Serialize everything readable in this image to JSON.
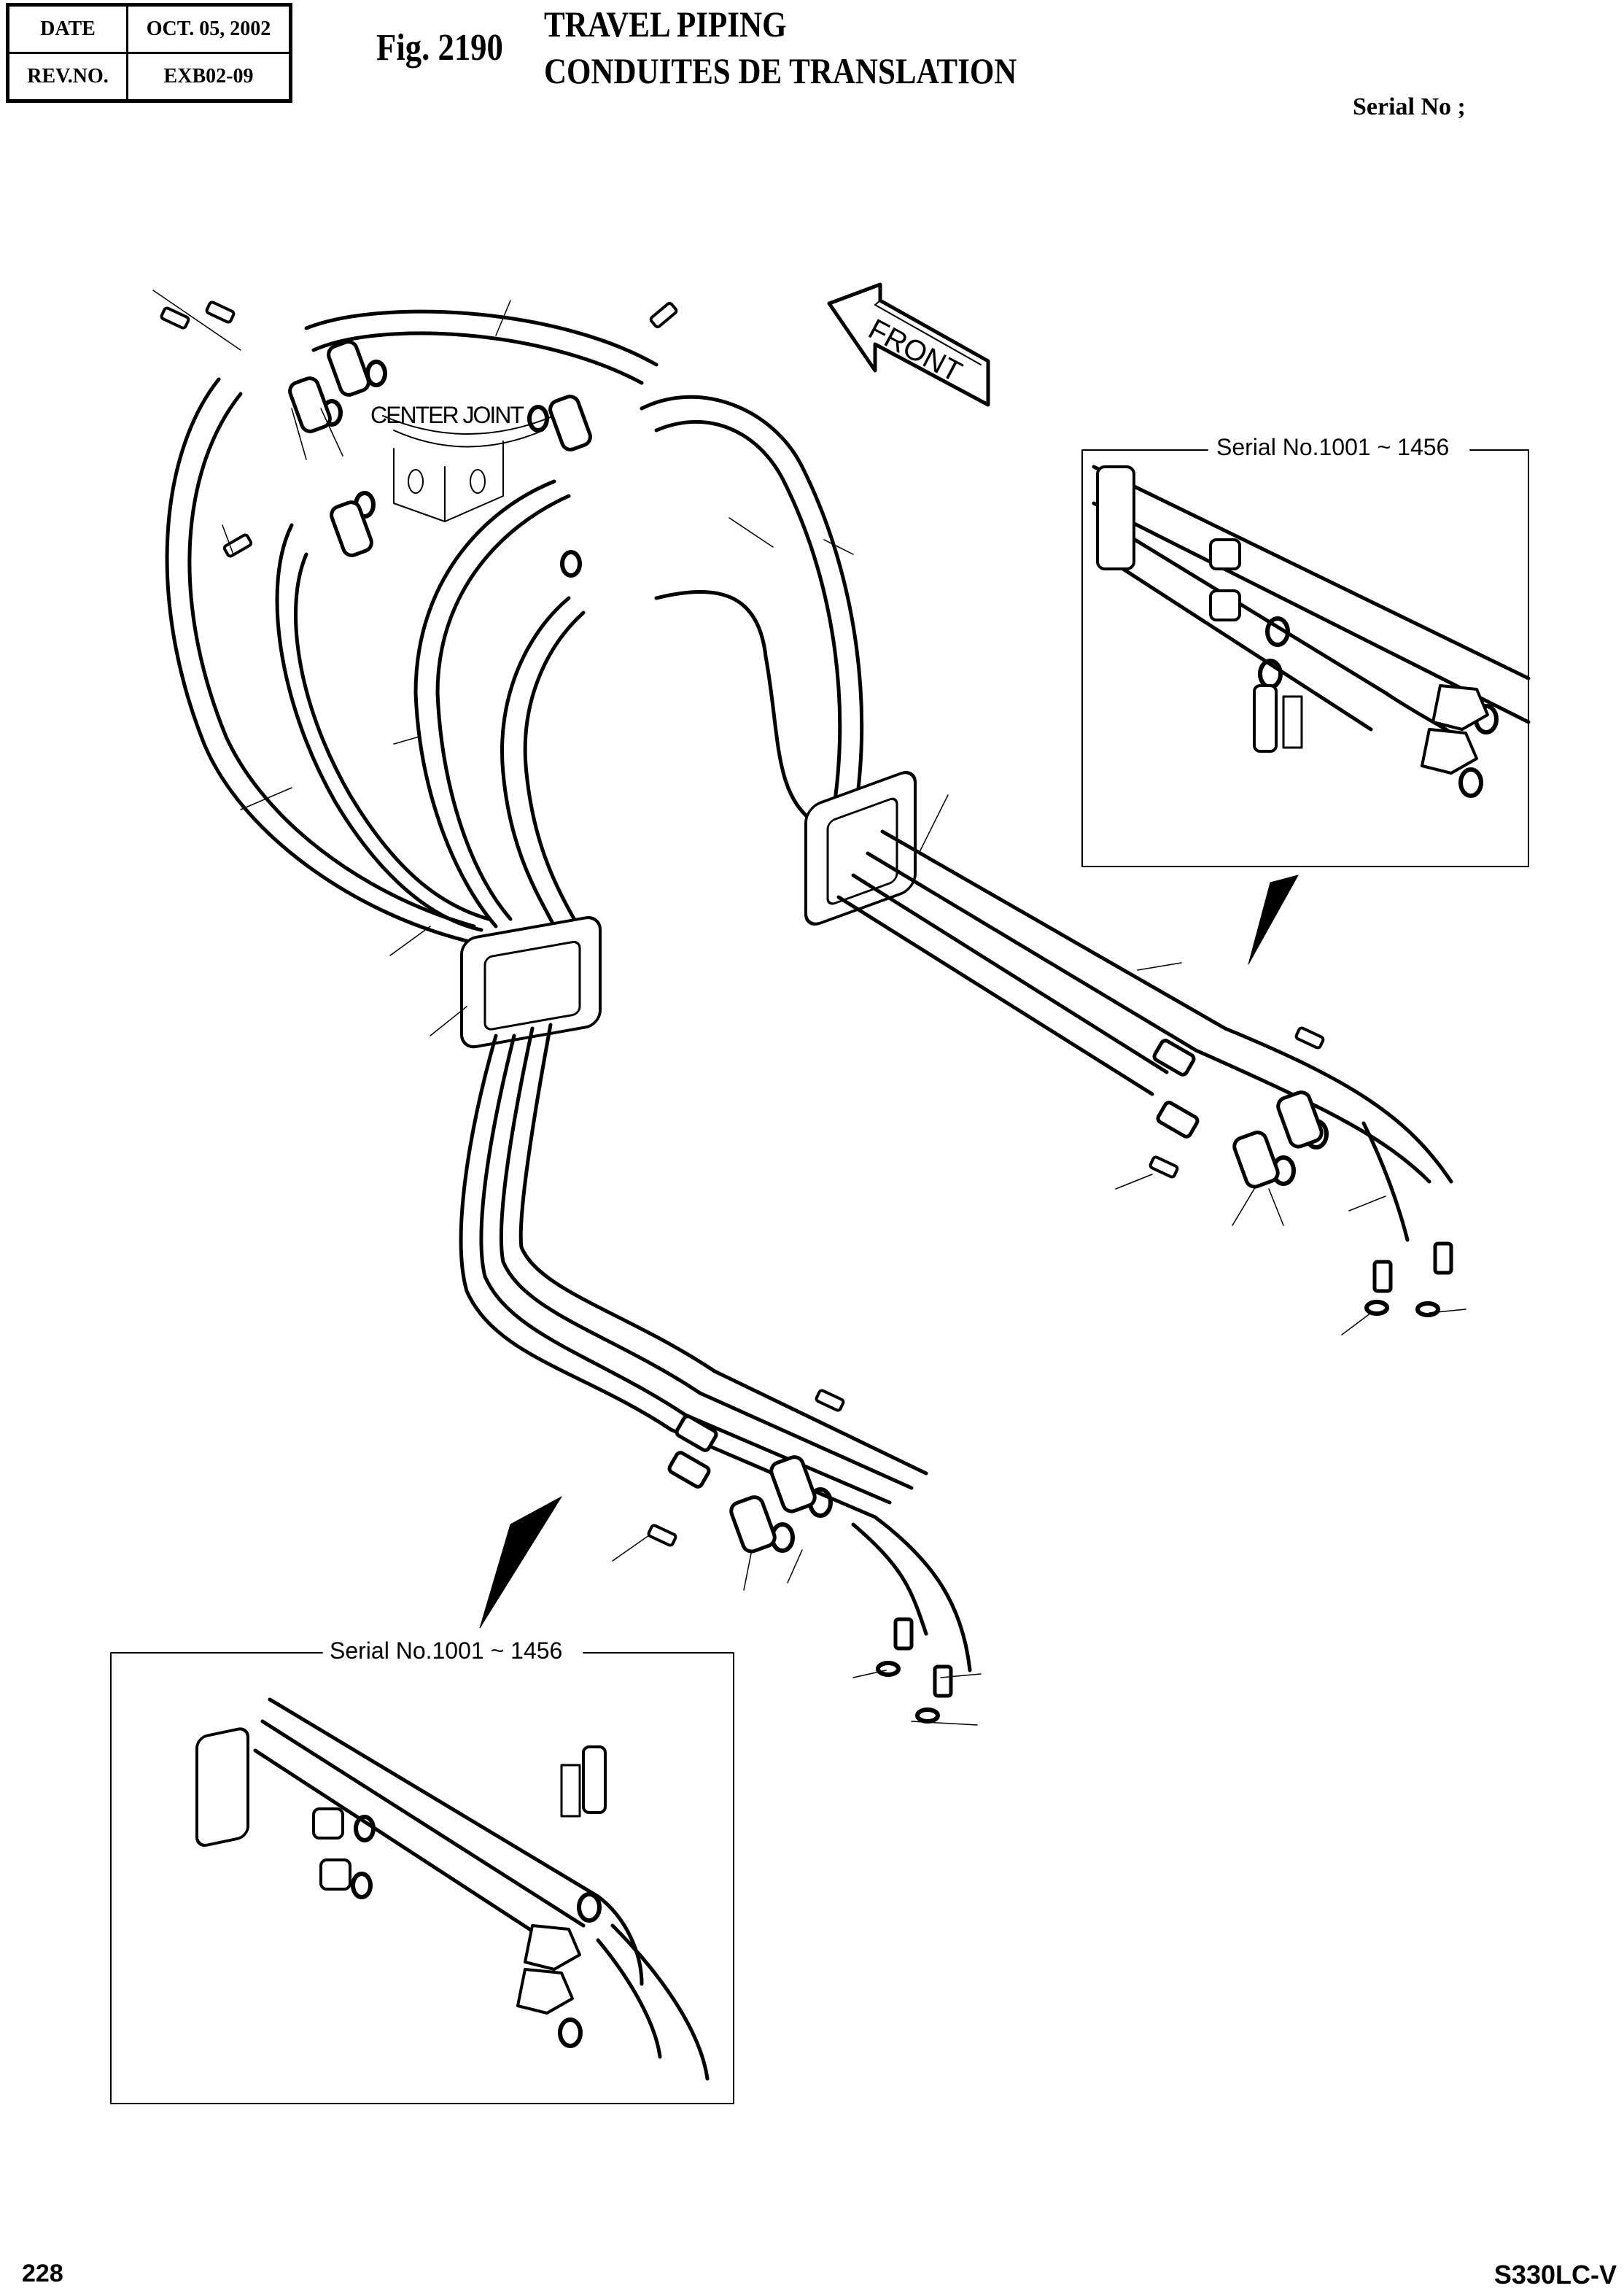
{
  "header": {
    "date_label": "DATE",
    "date_value": "OCT. 05, 2002",
    "rev_label": "REV.NO.",
    "rev_value": "EXB02-09",
    "figure_number": "Fig. 2190",
    "title_en": "TRAVEL PIPING",
    "title_fr": "CONDUITES DE TRANSLATION",
    "serial_no_label": "Serial No ;"
  },
  "diagram": {
    "center_joint_label": "CENTER JOINT",
    "front_arrow_label": "FRONT",
    "inset_right_label": "Serial No.1001 ~ 1456",
    "inset_bottom_label": "Serial No.1001 ~ 1456",
    "line_color": "#000000",
    "background_color": "#ffffff"
  },
  "footer": {
    "page_number": "228",
    "model": "S330LC-V"
  }
}
